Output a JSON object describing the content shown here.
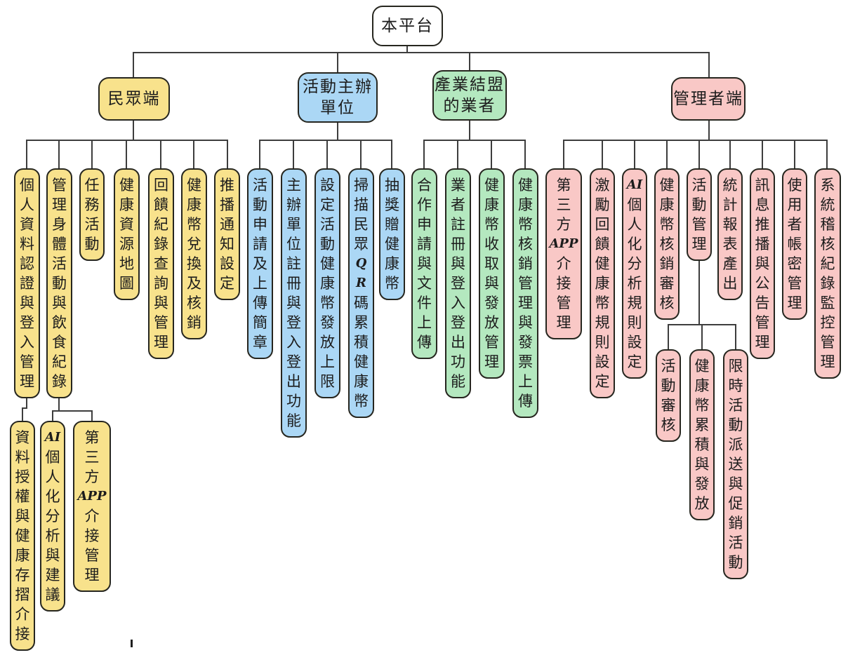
{
  "root": {
    "label": "本平台",
    "lines": [
      "本平台"
    ]
  },
  "colors": {
    "citizen": "#F8E28C",
    "organizer": "#ABD7F5",
    "industry": "#B4E8BF",
    "admin": "#F9C8C6",
    "root_fill": "#FFFFFF",
    "line": "#3D3D3D",
    "border": "#26261F"
  },
  "branches": {
    "citizen": {
      "label": "民眾端",
      "lines": [
        "民眾端"
      ],
      "children": [
        {
          "label": "個人資料認證與登入管理",
          "lines": [
            "個",
            "人",
            "資",
            "料",
            "認",
            "證",
            "與",
            "登",
            "入",
            "管",
            "理"
          ],
          "children": [
            {
              "label": "資料授權與健康存摺介接",
              "lines": [
                "資",
                "料",
                "授",
                "權",
                "與",
                "健",
                "康",
                "存",
                "摺",
                "介",
                "接"
              ]
            }
          ]
        },
        {
          "label": "管理身體活動與飲食紀錄",
          "lines": [
            "管",
            "理",
            "身",
            "體",
            "活",
            "動",
            "與",
            "飲",
            "食",
            "紀",
            "錄"
          ],
          "children": [
            {
              "label": "AI個人化分析與建議",
              "lines": [
                "AI",
                "個",
                "人",
                "化",
                "分",
                "析",
                "與",
                "建",
                "議"
              ]
            },
            {
              "label": "第三方APP介接管理",
              "lines": [
                "第",
                "三",
                "方",
                "APP",
                "介",
                "接",
                "管",
                "理"
              ]
            }
          ]
        },
        {
          "label": "任務活動",
          "lines": [
            "任",
            "務",
            "活",
            "動"
          ]
        },
        {
          "label": "健康資源地圖",
          "lines": [
            "健",
            "康",
            "資",
            "源",
            "地",
            "圖"
          ]
        },
        {
          "label": "回饋紀錄查詢與管理",
          "lines": [
            "回",
            "饋",
            "紀",
            "錄",
            "查",
            "詢",
            "與",
            "管",
            "理"
          ]
        },
        {
          "label": "健康幣兌換及核銷",
          "lines": [
            "健",
            "康",
            "幣",
            "兌",
            "換",
            "及",
            "核",
            "銷"
          ]
        },
        {
          "label": "推播通知設定",
          "lines": [
            "推",
            "播",
            "通",
            "知",
            "設",
            "定"
          ]
        }
      ]
    },
    "organizer": {
      "label": "活動主辦單位",
      "lines": [
        "活動主辦",
        "單位"
      ],
      "children": [
        {
          "label": "活動申請及上傳簡章",
          "lines": [
            "活",
            "動",
            "申",
            "請",
            "及",
            "上",
            "傳",
            "簡",
            "章"
          ]
        },
        {
          "label": "主辦單位註冊與登入登出功能",
          "lines": [
            "主",
            "辦",
            "單",
            "位",
            "註",
            "冊",
            "與",
            "登",
            "入",
            "登",
            "出",
            "功",
            "能"
          ]
        },
        {
          "label": "設定活動健康幣發放上限",
          "lines": [
            "設",
            "定",
            "活",
            "動",
            "健",
            "康",
            "幣",
            "發",
            "放",
            "上",
            "限"
          ]
        },
        {
          "label": "掃描民眾QR碼累積健康幣",
          "lines": [
            "掃",
            "描",
            "民",
            "眾",
            "Q",
            "R",
            "碼",
            "累",
            "積",
            "健",
            "康",
            "幣"
          ]
        },
        {
          "label": "抽獎贈健康幣",
          "lines": [
            "抽",
            "獎",
            "贈",
            "健",
            "康",
            "幣"
          ]
        }
      ]
    },
    "industry": {
      "label": "產業結盟的業者",
      "lines": [
        "產業結盟",
        "的業者"
      ],
      "children": [
        {
          "label": "合作申請與文件上傳",
          "lines": [
            "合",
            "作",
            "申",
            "請",
            "與",
            "文",
            "件",
            "上",
            "傳"
          ]
        },
        {
          "label": "業者註冊與登入登出功能",
          "lines": [
            "業",
            "者",
            "註",
            "冊",
            "與",
            "登",
            "入",
            "登",
            "出",
            "功",
            "能"
          ]
        },
        {
          "label": "健康幣收取與發放管理",
          "lines": [
            "健",
            "康",
            "幣",
            "收",
            "取",
            "與",
            "發",
            "放",
            "管",
            "理"
          ]
        },
        {
          "label": "健康幣核銷管理與發票上傳",
          "lines": [
            "健",
            "康",
            "幣",
            "核",
            "銷",
            "管",
            "理",
            "與",
            "發",
            "票",
            "上",
            "傳"
          ]
        }
      ]
    },
    "admin": {
      "label": "管理者端",
      "lines": [
        "管理者端"
      ],
      "children": [
        {
          "label": "第三方APP介接管理",
          "lines": [
            "第",
            "三",
            "方",
            "APP",
            "介",
            "接",
            "管",
            "理"
          ]
        },
        {
          "label": "激勵回饋健康幣規則設定",
          "lines": [
            "激",
            "勵",
            "回",
            "饋",
            "健",
            "康",
            "幣",
            "規",
            "則",
            "設",
            "定"
          ]
        },
        {
          "label": "AI個人化分析規則設定",
          "lines": [
            "AI",
            "個",
            "人",
            "化",
            "分",
            "析",
            "規",
            "則",
            "設",
            "定"
          ]
        },
        {
          "label": "健康幣核銷審核",
          "lines": [
            "健",
            "康",
            "幣",
            "核",
            "銷",
            "審",
            "核"
          ]
        },
        {
          "label": "活動管理",
          "lines": [
            "活",
            "動",
            "管",
            "理"
          ],
          "children": [
            {
              "label": "活動審核",
              "lines": [
                "活",
                "動",
                "審",
                "核"
              ]
            },
            {
              "label": "健康幣累積與發放",
              "lines": [
                "健",
                "康",
                "幣",
                "累",
                "積",
                "與",
                "發",
                "放"
              ]
            },
            {
              "label": "限時活動派送與促銷活動",
              "lines": [
                "限",
                "時",
                "活",
                "動",
                "派",
                "送",
                "與",
                "促",
                "銷",
                "活",
                "動"
              ]
            }
          ]
        },
        {
          "label": "統計報表產出",
          "lines": [
            "統",
            "計",
            "報",
            "表",
            "產",
            "出"
          ]
        },
        {
          "label": "訊息推播與公告管理",
          "lines": [
            "訊",
            "息",
            "推",
            "播",
            "與",
            "公",
            "告",
            "管",
            "理"
          ]
        },
        {
          "label": "使用者帳密管理",
          "lines": [
            "使",
            "用",
            "者",
            "帳",
            "密",
            "管",
            "理"
          ]
        },
        {
          "label": "系統稽核紀錄監控管理",
          "lines": [
            "系",
            "統",
            "稽",
            "核",
            "紀",
            "錄",
            "監",
            "控",
            "管",
            "理"
          ]
        }
      ]
    }
  }
}
